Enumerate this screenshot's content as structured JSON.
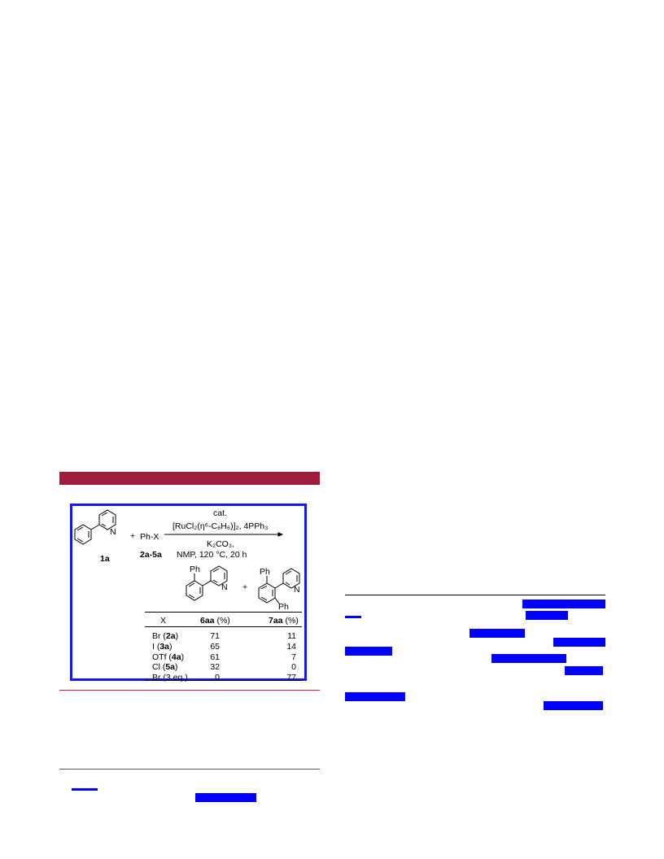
{
  "scheme": {
    "catalyst_line1": "cat.",
    "catalyst_line2": "[RuCl₂(η⁶-C₆H₆)]₂, 4PPh₃",
    "conditions_line1": "K₂CO₃,",
    "conditions_line2": "NMP, 120 °C, 20 h",
    "reagent": "Ph-X",
    "plus1": "+",
    "plus2": "+",
    "label_1a": "1a",
    "label_2a5a": "2a-5a",
    "atom_N": "N",
    "atom_Ph": "Ph"
  },
  "table": {
    "headers": [
      "X",
      "6aa (%)",
      "7aa (%)"
    ],
    "header_bold_parts": [
      "6aa",
      "7aa"
    ],
    "rows": [
      {
        "x_plain": "Br (",
        "x_bold": "2a",
        "x_end": ")",
        "v6": "71",
        "v7": "11"
      },
      {
        "x_plain": "I  (",
        "x_bold": "3a",
        "x_end": ")",
        "v6": "65",
        "v7": "14"
      },
      {
        "x_plain": "OTf (",
        "x_bold": "4a",
        "x_end": ")",
        "v6": "61",
        "v7": "7"
      },
      {
        "x_plain": "Cl (",
        "x_bold": "5a",
        "x_end": ")",
        "v6": "32",
        "v7": "0"
      },
      {
        "x_plain": "Br (3 eq.)",
        "x_bold": "",
        "x_end": "",
        "v6": "0",
        "v7": "77"
      }
    ]
  },
  "colors": {
    "title_bar": "#a01c3c",
    "frame": "#1a18e6",
    "link": "#0000ff",
    "rule_red": "#c41e3a"
  }
}
